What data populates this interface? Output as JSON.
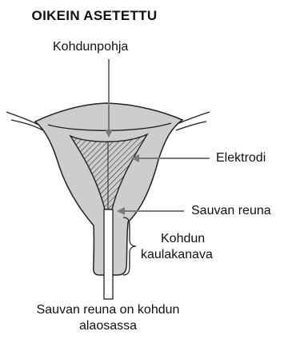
{
  "title": "OIKEIN ASETETTU",
  "labels": {
    "fundus": "Kohdunpohja",
    "electrode": "Elektrodi",
    "rod_edge": "Sauvan reuna",
    "cervical_canal_line1": "Kohdun",
    "cervical_canal_line2": "kaulakanava",
    "caption_line1": "Sauvan reuna on kohdun",
    "caption_line2": "alaosassa"
  },
  "colors": {
    "uterus_fill": "#cdcdcd",
    "outline": "#222222",
    "leader_line": "#7a7a7a",
    "electrode_fill": "#ffffff"
  }
}
